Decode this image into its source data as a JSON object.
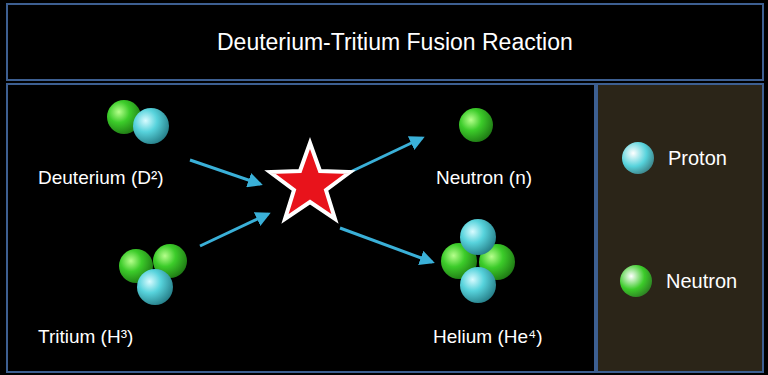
{
  "diagram": {
    "title": "Deuterium-Tritium Fusion Reaction",
    "labels": [
      "Deuterium (D²)",
      "Tritium (H³)",
      "Neutron (n)",
      "Helium (He⁴)"
    ],
    "legend": [
      {
        "text": "Proton",
        "color": "#57d3dc"
      },
      {
        "text": "Neutron",
        "color": "#3ccc2a"
      }
    ]
  }
}
